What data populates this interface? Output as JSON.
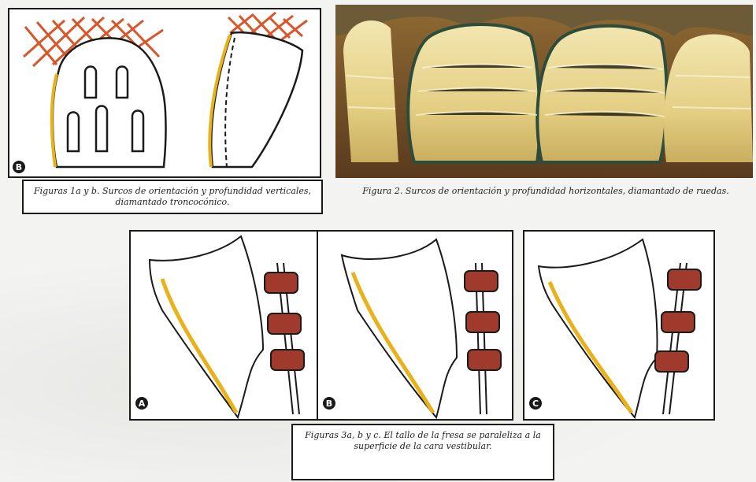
{
  "figures": {
    "fig1": {
      "badge": "B",
      "caption": "Figuras 1a y b. Surcos de orientación y profundidad verticales, diamantado troncocónico."
    },
    "fig2": {
      "caption": "Figura 2. Surcos de orientación y profundidad horizontales, diamantado de ruedas."
    },
    "fig3": {
      "panels": [
        {
          "badge": "A"
        },
        {
          "badge": "B"
        },
        {
          "badge": "C"
        }
      ],
      "caption": "Figuras 3a, b y c. El tallo de la fresa se paraleliza a la superficie de la cara vestibular."
    }
  },
  "colors": {
    "outline": "#1a1a1a",
    "enamel": "#e9b21b",
    "hatch": "#d8562a",
    "bur": "#a03a2c"
  }
}
